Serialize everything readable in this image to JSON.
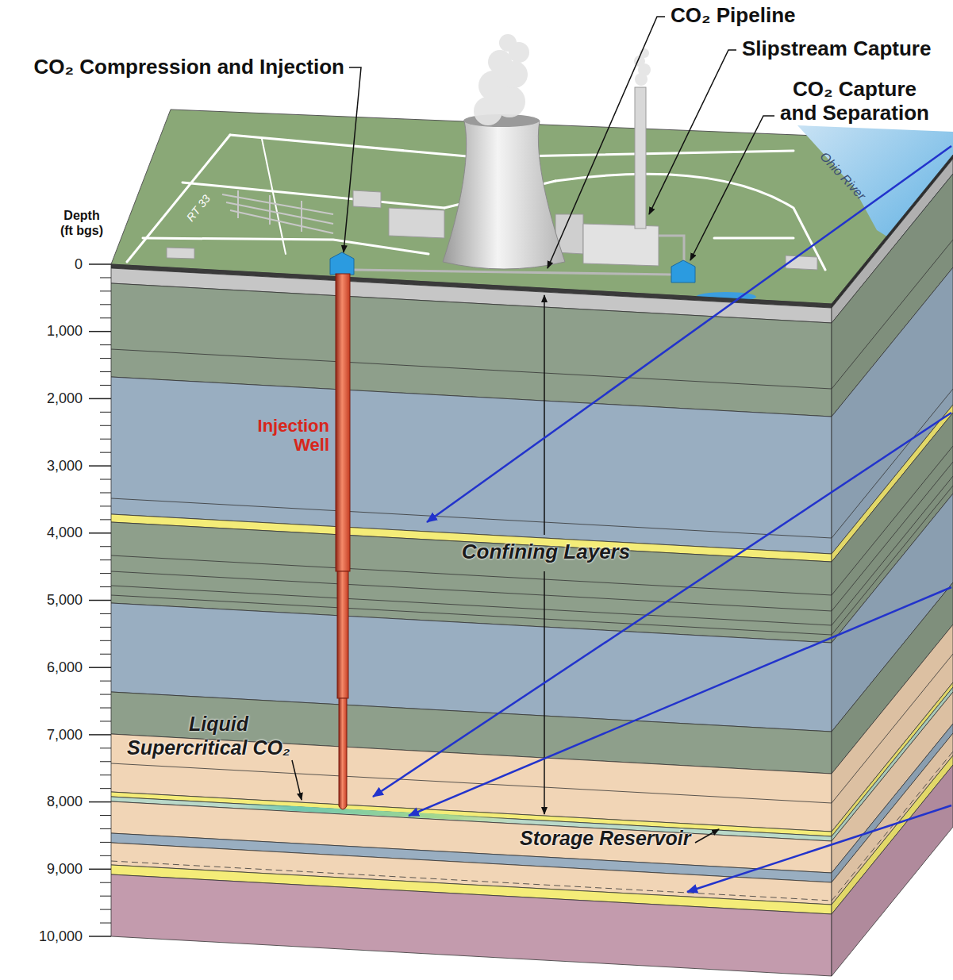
{
  "diagram": {
    "labels": [
      "CO₂ Compression and Injection",
      "CO₂ Pipeline",
      "Slipstream Capture",
      "CO₂ Capture and Separation",
      "Ohio River",
      "RT 33",
      "Depth (ft bgs)",
      "0",
      "1,000",
      "2,000",
      "3,000",
      "4,000",
      "5,000",
      "6,000",
      "7,000",
      "8,000",
      "9,000",
      "10,000",
      "Injection Well",
      "Confining Layers",
      "Liquid",
      "Supercritical CO₂",
      "Storage Reservoir"
    ]
  }
}
